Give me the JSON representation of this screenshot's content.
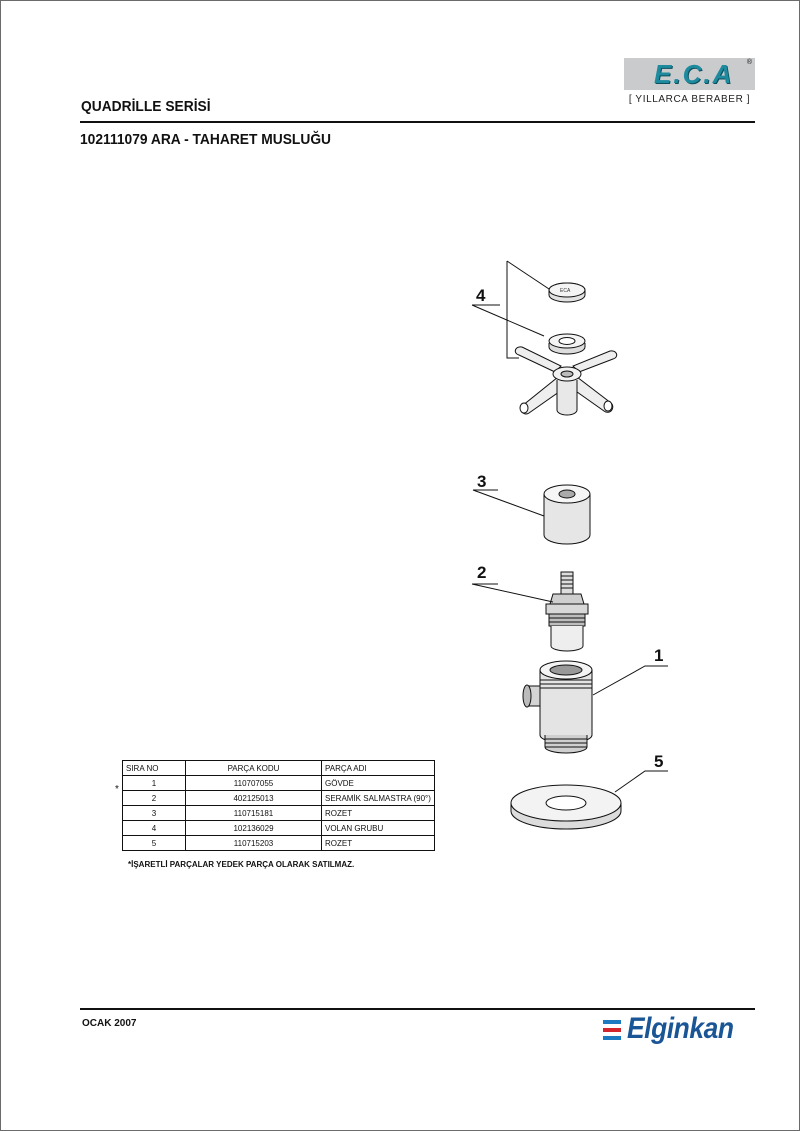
{
  "header": {
    "logo_text": "E.C.A",
    "logo_mark": "®",
    "tagline": "[ YILLARCA BERABER ]",
    "series": "QUADRİLLE SERİSİ",
    "product": "102111079 ARA - TAHARET MUSLUĞU"
  },
  "callouts": [
    "4",
    "3",
    "2",
    "1",
    "5"
  ],
  "parts_table": {
    "columns": [
      "SIRA NO",
      "PARÇA KODU",
      "PARÇA ADI"
    ],
    "rows": [
      {
        "no": "1",
        "code": "110707055",
        "name": "GÖVDE"
      },
      {
        "no": "2",
        "code": "402125013",
        "name": "SERAMİK SALMASTRA (90°)"
      },
      {
        "no": "3",
        "code": "110715181",
        "name": "ROZET"
      },
      {
        "no": "4",
        "code": "102136029",
        "name": "VOLAN GRUBU"
      },
      {
        "no": "5",
        "code": "110715203",
        "name": "ROZET"
      }
    ],
    "asterisk": "*",
    "note": "*İŞARETLİ PARÇALAR YEDEK PARÇA OLARAK SATILMAZ."
  },
  "footer": {
    "date": "OCAK 2007",
    "company": "Elginkan"
  }
}
